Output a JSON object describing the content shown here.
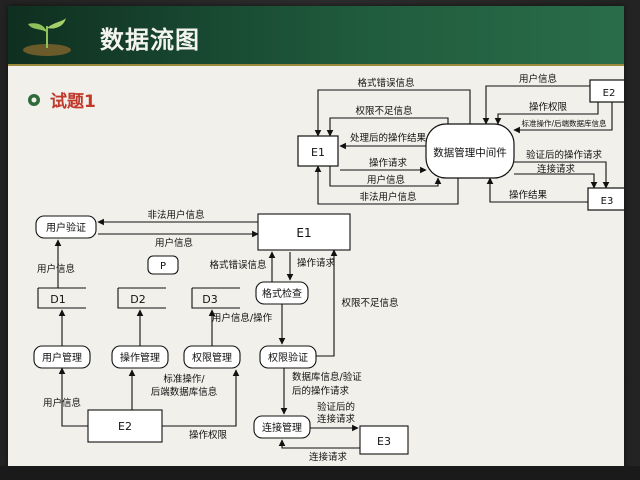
{
  "slide": {
    "title": "数据流图",
    "heading": "试题1"
  },
  "diagram": {
    "top": {
      "e1": "E1",
      "middleware": "数据管理中间件",
      "e2": "E2",
      "e3": "E3",
      "labels": {
        "format_error": "格式错误信息",
        "insufficient_perm": "权限不足信息",
        "processed_result": "处理后的操作结果",
        "op_request": "操作请求",
        "user_info": "用户信息",
        "illegal_user_info": "非法用户信息",
        "user_info_e2": "用户信息",
        "op_perm": "操作权限",
        "std_op_backend": "标准操作/后端数据库信息",
        "verified_op_request": "验证后的操作请求",
        "conn_request": "连接请求",
        "op_result": "操作结果"
      }
    },
    "bottom": {
      "user_verify": "用户验证",
      "e1": "E1",
      "p": "P",
      "format_check": "格式检查",
      "perm_verify": "权限验证",
      "conn_mgmt": "连接管理",
      "e2": "E2",
      "e3": "E3",
      "d1": "D1",
      "d2": "D2",
      "d3": "D3",
      "user_mgmt": "用户管理",
      "op_mgmt": "操作管理",
      "perm_mgmt": "权限管理",
      "labels": {
        "illegal_user_info": "非法用户信息",
        "user_info_uv": "用户信息",
        "user_info_d1": "用户信息",
        "format_error": "格式错误信息",
        "op_request": "操作请求",
        "user_info_op": "用户信息/操作",
        "insufficient_perm": "权限不足信息",
        "db_info_l1": "数据库信息/验证",
        "db_info_l2": "后的操作请求",
        "verified_l1": "验证后的",
        "verified_l2": "连接请求",
        "conn_request": "连接请求",
        "user_info_e2": "用户信息",
        "std_op_l1": "标准操作/",
        "std_op_l2": "后端数据库信息",
        "op_perm": "操作权限"
      }
    }
  }
}
